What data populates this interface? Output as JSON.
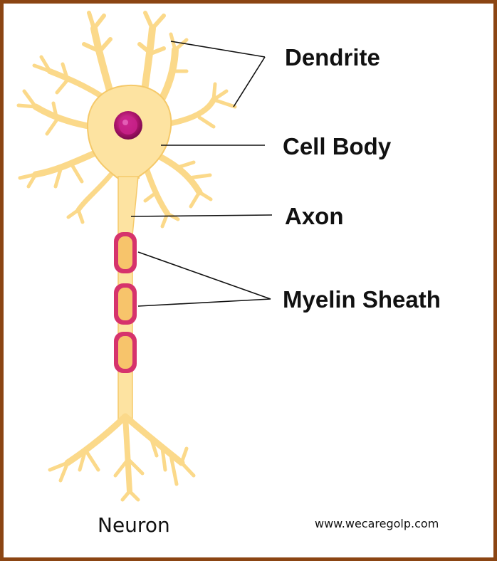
{
  "labels": {
    "dendrite": "Dendrite",
    "cell_body": "Cell Body",
    "axon": "Axon",
    "myelin_sheath": "Myelin Sheath"
  },
  "caption": "Neuron",
  "credit": "www.wecaregolp.com",
  "colors": {
    "frame": "#8b4513",
    "neuron_fill": "#fde3a1",
    "neuron_edge": "#f5c96a",
    "nucleus": "#b0156f",
    "myelin_outer": "#d6336c",
    "myelin_inner": "#f7c46b",
    "leader_line": "#111111"
  }
}
